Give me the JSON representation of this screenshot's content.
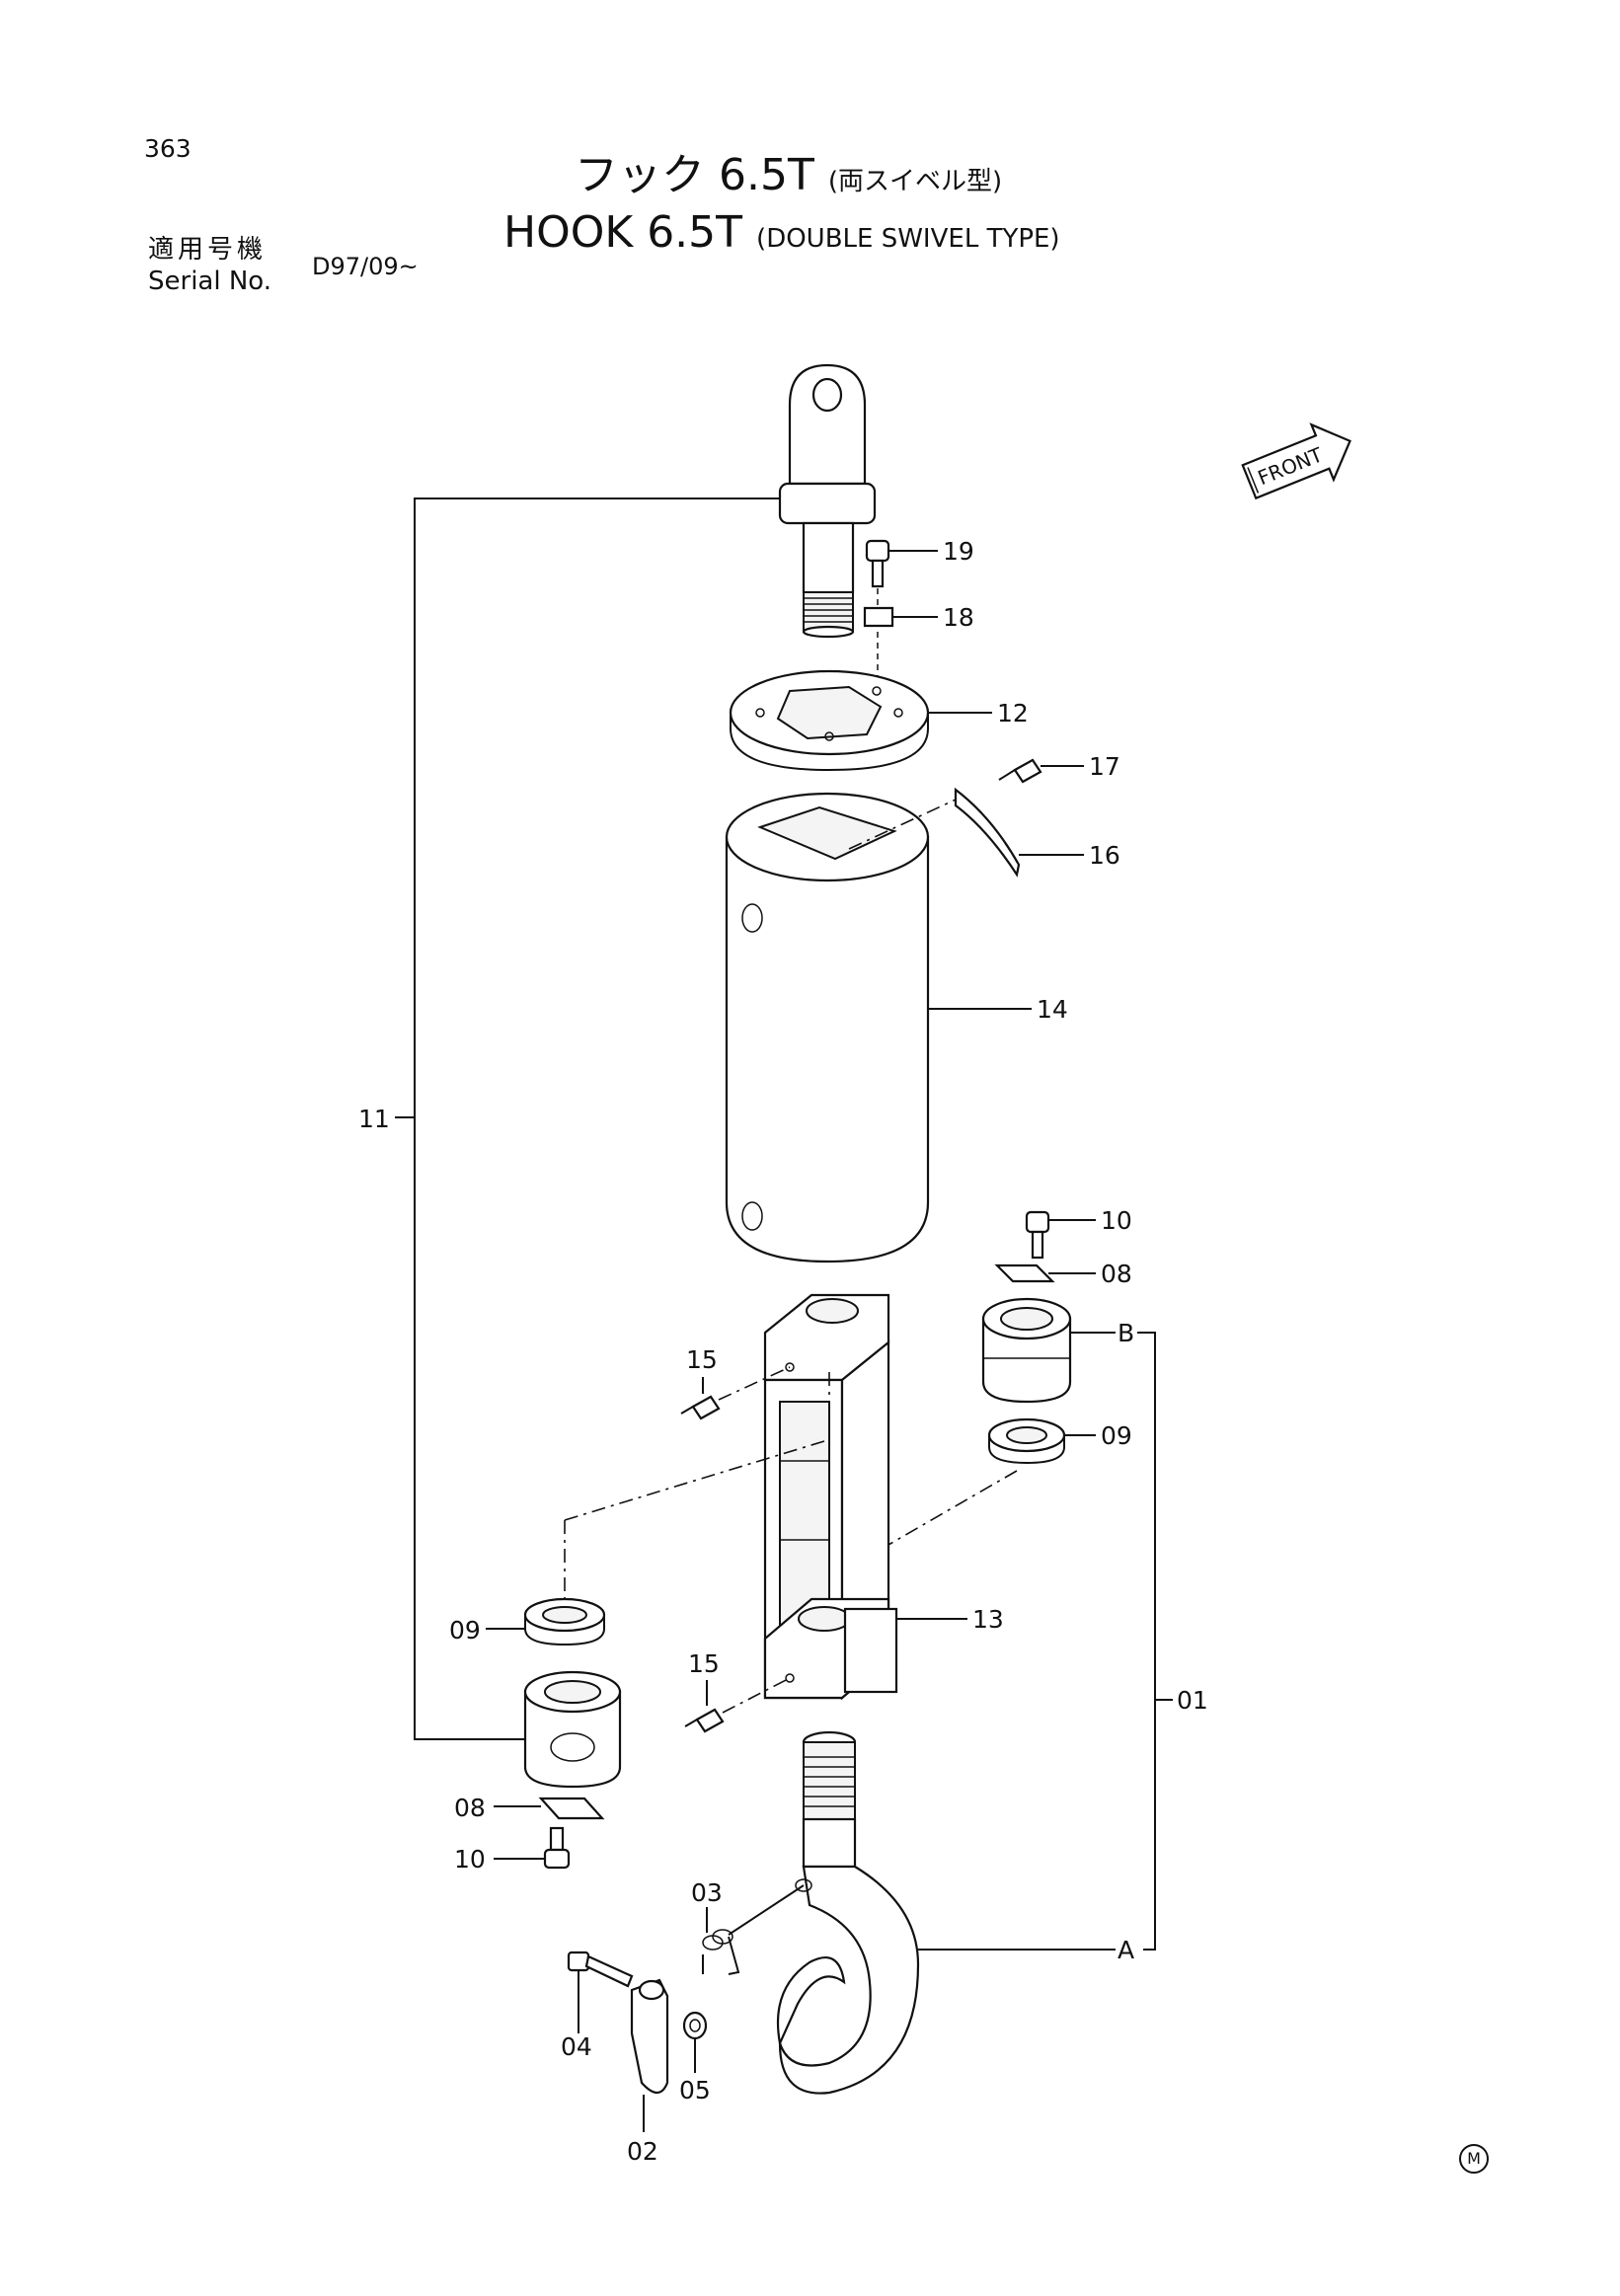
{
  "page_number": "363",
  "title": {
    "jp_main": "フック 6.5T",
    "jp_sub": "(両スイベル型)",
    "en_main": "HOOK 6.5T",
    "en_sub": "(DOUBLE SWIVEL TYPE)"
  },
  "serial": {
    "label_jp": "適用号機",
    "label_en": "Serial No.",
    "value": "D97/09~"
  },
  "front_label": "FRONT",
  "m_mark": "M",
  "callouts": {
    "p19": "19",
    "p18": "18",
    "p12": "12",
    "p17": "17",
    "p16": "16",
    "p14": "14",
    "p11": "11",
    "p10a": "10",
    "p08a": "08",
    "pB": "B",
    "p15a": "15",
    "p09a": "09",
    "p09b": "09",
    "p13": "13",
    "p15b": "15",
    "p01": "01",
    "p08b": "08",
    "p10b": "10",
    "p03": "03",
    "pA": "A",
    "p04": "04",
    "p05": "05",
    "p02": "02"
  }
}
